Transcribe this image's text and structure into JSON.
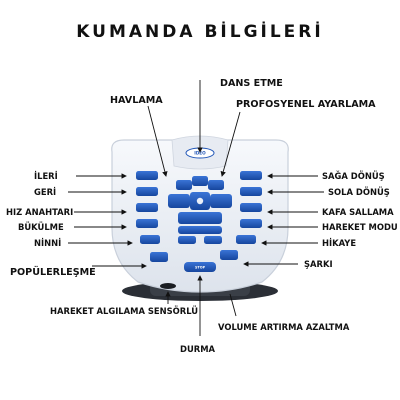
{
  "title": "KUMANDA BİLGİLERİ",
  "labels": {
    "havlama": "HAVLAMA",
    "dans_etme": "DANS ETME",
    "profesyonel": "PROFOSYENEL AYARLAMA",
    "ileri": "İLERİ",
    "geri": "GERİ",
    "hiz": "HIZ ANAHTARI",
    "bukulme": "BÜKÜLME",
    "ninni": "NİNNİ",
    "populer": "POPÜLERLEŞME",
    "saga_donus": "SAĞA DÖNÜŞ",
    "sola_donus": "SOLA DÖNÜŞ",
    "kafa_sallama": "KAFA SALLAMA",
    "hareket_modu": "HAREKET MODU",
    "hikaye": "HİKAYE",
    "sarki": "ŞARKI",
    "sensor": "HAREKET ALGILAMA SENSÖRLÜ",
    "volume": "VOLUME ARTIRMA AZALTMA",
    "durma": "DURMA"
  },
  "remote": {
    "brand": "IDEO",
    "stop_label": "STOP"
  },
  "colors": {
    "button_blue": "#1f55b7",
    "remote_body": "#e9edf4",
    "remote_dark": "#2b2f36",
    "text": "#111111"
  }
}
